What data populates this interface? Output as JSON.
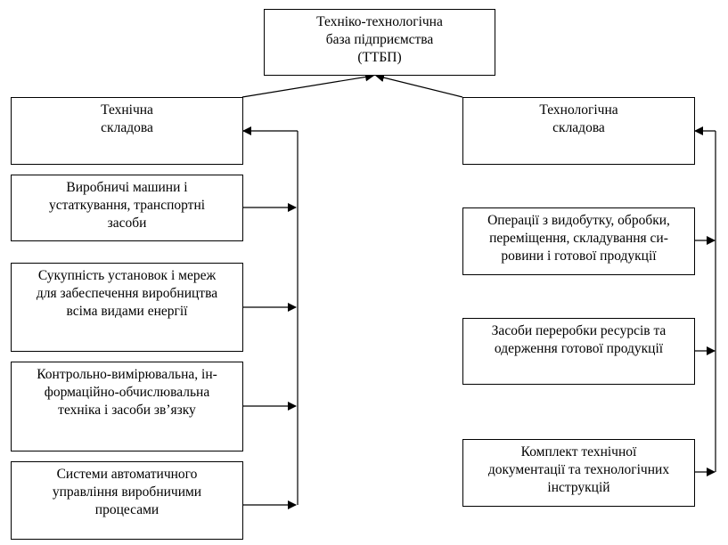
{
  "root": {
    "text": "Техніко-технологічна\nбаза підприємства\n(ТТБП)"
  },
  "left": {
    "header": "Технічна\nскладова",
    "items": [
      "Виробничі машини і\nустаткування, транспортні\nзасоби",
      "Сукупність установок і мереж\nдля забеспечення виробництва\nвсіма видами енергії",
      "Контрольно-вимірювальна, ін-\nформаційно-обчислювальна\nтехніка і засоби зв’язку",
      "Системи автоматичного\nуправління виробничими\nпроцесами"
    ]
  },
  "right": {
    "header": "Технологічна\nскладова",
    "items": [
      "Операції з видобутку, обробки,\nпереміщення, складування си-\nровини і готової продукції",
      "Засоби переробки ресурсів та\nодерження готової продукції",
      "Комплект технічної\nдокументації та технологічних\nінструкцій"
    ]
  },
  "colors": {
    "stroke": "#000000",
    "fill": "#ffffff"
  }
}
